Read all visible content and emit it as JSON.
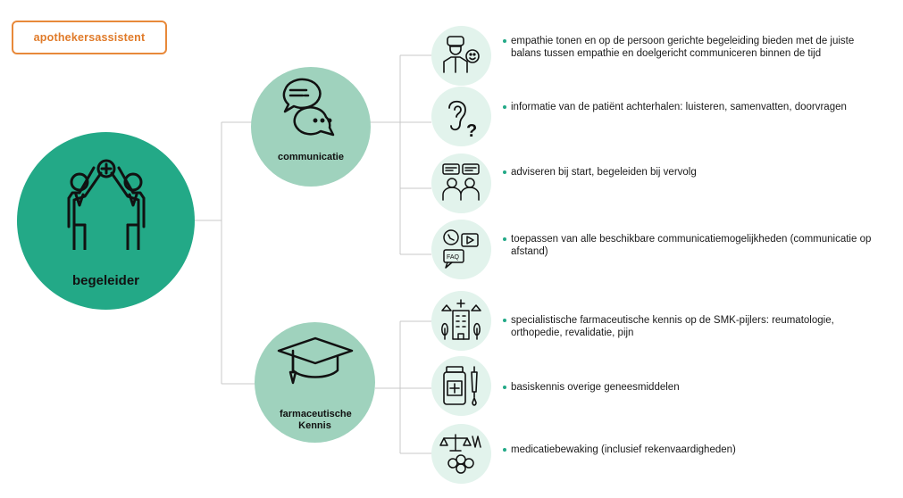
{
  "role_badge": "apothekersassistent",
  "main_node": {
    "label": "begeleider",
    "icon": "team-raising-hands-icon"
  },
  "categories": [
    {
      "label": "communicatie",
      "icon": "speech-bubbles-icon",
      "items": [
        {
          "icon": "empathic-person-icon",
          "text": "empathie tonen en op de persoon gerichte begeleiding bieden met de juiste balans tussen empathie en doelgericht communiceren binnen de tijd"
        },
        {
          "icon": "ear-question-icon",
          "text": "informatie van de patiënt achterhalen: luisteren, samenvatten, doorvragen"
        },
        {
          "icon": "conversation-people-icon",
          "text": "adviseren bij start, begeleiden bij vervolg"
        },
        {
          "icon": "remote-communication-icon",
          "text": "toepassen van alle beschikbare communicatiemogelijkheden (communicatie op afstand)"
        }
      ]
    },
    {
      "label": "farmaceutische Kennis",
      "icon": "graduation-cap-icon",
      "items": [
        {
          "icon": "hospital-building-icon",
          "text": "specialistische farmaceutische kennis op de SMK-pijlers: reumatologie, orthopedie, revalidatie, pijn"
        },
        {
          "icon": "medicine-bottle-icon",
          "text": "basiskennis overige geneesmiddelen"
        },
        {
          "icon": "scale-molecule-icon",
          "text": "medicatiebewaking (inclusief rekenvaardigheden)"
        }
      ]
    }
  ],
  "colors": {
    "primary": "#23a987",
    "secondary": "#9fd2bd",
    "light": "#e2f3ec",
    "accent": "#e07b2a",
    "line": "#c8c8c8"
  }
}
